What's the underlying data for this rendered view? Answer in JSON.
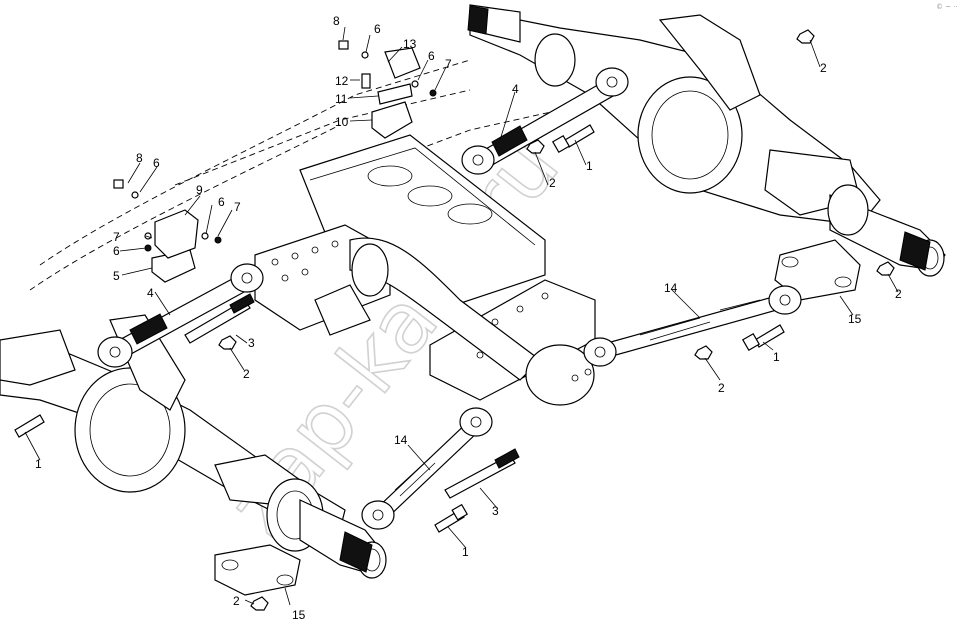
{
  "diagram": {
    "callouts": [
      {
        "id": "c8a",
        "text": "8"
      },
      {
        "id": "c6a",
        "text": "6"
      },
      {
        "id": "c13",
        "text": "13"
      },
      {
        "id": "c6b",
        "text": "6"
      },
      {
        "id": "c7a",
        "text": "7"
      },
      {
        "id": "c12",
        "text": "12"
      },
      {
        "id": "c11",
        "text": "11"
      },
      {
        "id": "c10",
        "text": "10"
      },
      {
        "id": "c4a",
        "text": "4"
      },
      {
        "id": "c2a",
        "text": "2"
      },
      {
        "id": "c1a",
        "text": "1"
      },
      {
        "id": "c2b",
        "text": "2"
      },
      {
        "id": "c8b",
        "text": "8"
      },
      {
        "id": "c6c",
        "text": "6"
      },
      {
        "id": "c9",
        "text": "9"
      },
      {
        "id": "c6d",
        "text": "6"
      },
      {
        "id": "c7b",
        "text": "7"
      },
      {
        "id": "c7c",
        "text": "7"
      },
      {
        "id": "c6e",
        "text": "6"
      },
      {
        "id": "c5",
        "text": "5"
      },
      {
        "id": "c4b",
        "text": "4"
      },
      {
        "id": "c3a",
        "text": "3"
      },
      {
        "id": "c2c",
        "text": "2"
      },
      {
        "id": "c14a",
        "text": "14"
      },
      {
        "id": "c2d",
        "text": "2"
      },
      {
        "id": "c15a",
        "text": "15"
      },
      {
        "id": "c1b",
        "text": "1"
      },
      {
        "id": "c2e",
        "text": "2"
      },
      {
        "id": "c1c",
        "text": "1"
      },
      {
        "id": "c14b",
        "text": "14"
      },
      {
        "id": "c3b",
        "text": "3"
      },
      {
        "id": "c1d",
        "text": "1"
      },
      {
        "id": "c2f",
        "text": "2"
      },
      {
        "id": "c15b",
        "text": "15"
      }
    ],
    "watermark": "zap-kam.ru",
    "corner_mark": "© ~ ··"
  }
}
